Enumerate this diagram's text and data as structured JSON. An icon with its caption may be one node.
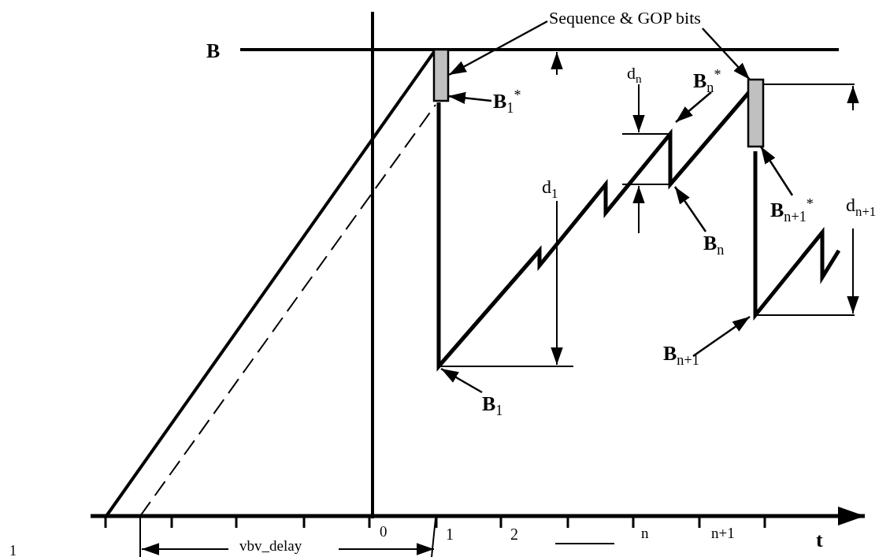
{
  "diagram": {
    "nodes": [
      {
        "text": [
          "Sequence & GOP bits"
        ]
      },
      {
        "text": [],
        "shape": "box"
      },
      {
        "text": [],
        "shape": "box"
      },
      {
        "text": [
          "**B**$_{1}$$^{*}$"
        ]
      },
      {
        "text": [
          "**B**$_{n}$$^{*}$"
        ]
      },
      {
        "text": [
          "**B**$_{n+1}$$^{*}$"
        ]
      },
      {
        "text": [
          "**B**$_{1}$"
        ]
      },
      {
        "text": [
          "**B**$_{n}$"
        ]
      },
      {
        "text": [
          "**B**$_{n+1}$"
        ]
      }
    ],
    "edges": [
      {
        "from": 0,
        "to": 1,
        "arrow": "to"
      },
      {
        "from": 0,
        "to": 2,
        "arrow": "to"
      },
      {
        "from": 3,
        "to": 1,
        "arrow": "to"
      },
      {
        "from": 4,
        "to": null,
        "arrow": "to"
      },
      {
        "from": 5,
        "to": 2,
        "arrow": "to"
      },
      {
        "from": 6,
        "to": null,
        "arrow": "to"
      },
      {
        "from": 7,
        "to": null,
        "arrow": "to"
      },
      {
        "from": 8,
        "to": null,
        "arrow": "to"
      }
    ],
    "labels": [
      "B",
      "d$_{n}$",
      "d$_{1}$",
      "d$_{n+1}$",
      "0",
      "1",
      "2",
      "n",
      "n+1",
      "t",
      "vbv_delay",
      "1"
    ]
  }
}
